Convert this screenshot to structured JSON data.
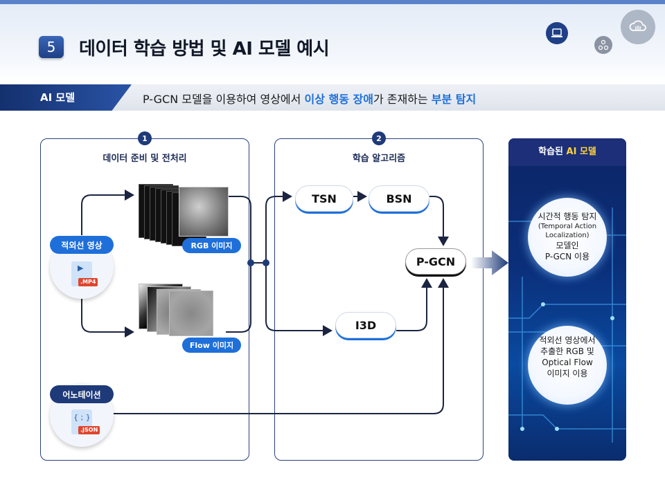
{
  "header": {
    "number": "5",
    "title": "데이터 학습 방법 및 AI 모델 예시"
  },
  "band": {
    "label": "AI 모델",
    "text_pre": "P-GCN 모델을 이용하여 영상에서 ",
    "text_hl1": "이상 행동 장애",
    "text_mid": "가 존재하는 ",
    "text_hl2": "부분 탐지"
  },
  "panel1": {
    "step": "1",
    "title": "데이터 준비 및 전처리",
    "source_video": "적외선 영상",
    "video_tag": ".MP4",
    "source_annotation": "어노테이션",
    "annotation_tag": ".JSON",
    "annotation_glyph": "{ ; }",
    "rgb_label": "RGB 이미지",
    "flow_label": "Flow 이미지"
  },
  "panel2": {
    "step": "2",
    "title": "학습 알고리즘",
    "nodes": {
      "tsn": "TSN",
      "bsn": "BSN",
      "i3d": "I3D",
      "pgcn": "P-GCN"
    }
  },
  "result": {
    "title_pre": "학습된 ",
    "title_accent": "AI 모델",
    "circle1": {
      "line1": "시간적 행동 탐지",
      "line2": "(Temporal Action",
      "line3": "Localization)",
      "line4": "모델인",
      "line5": "P-GCN 이용"
    },
    "circle2": {
      "line1": "적외선 영상에서",
      "line2": "추출한 RGB 및",
      "line3": "Optical Flow",
      "line4": "이미지 이용"
    }
  },
  "colors": {
    "navy": "#1e3a78",
    "accent_blue": "#1e6fd9",
    "accent_yellow": "#ffd23c"
  }
}
